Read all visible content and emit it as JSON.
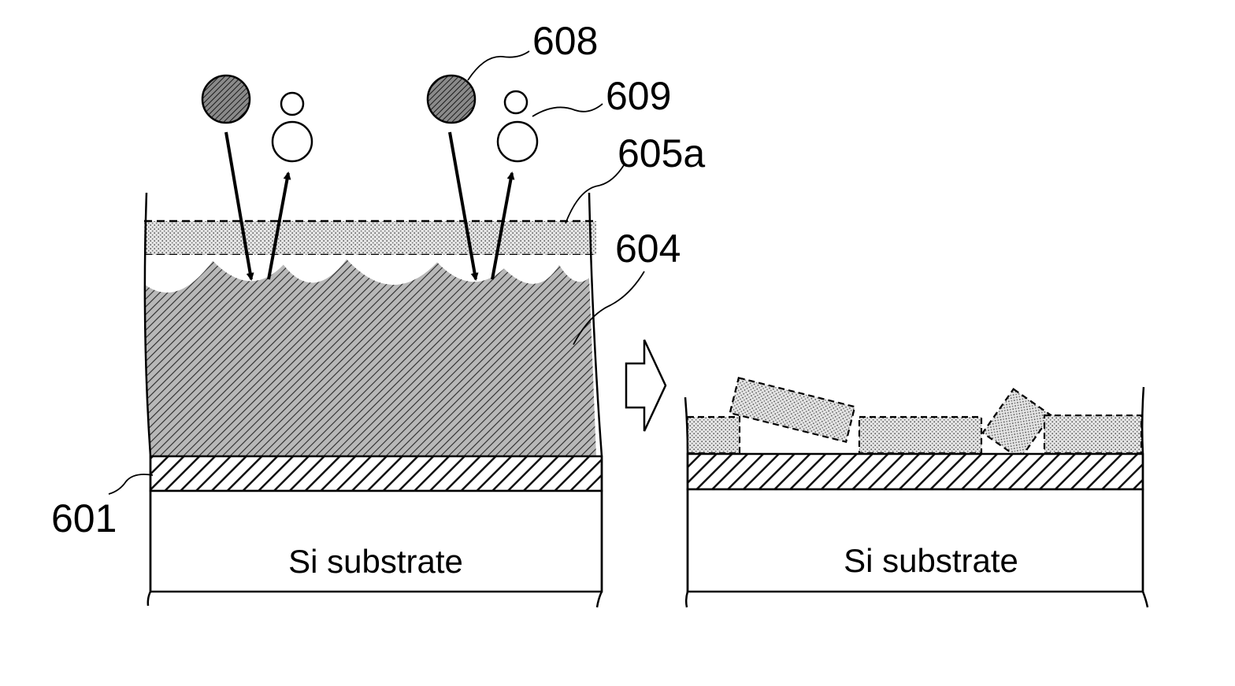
{
  "figure": {
    "left_panel": {
      "substrate_label": "Si substrate"
    },
    "right_panel": {
      "substrate_label": "Si substrate"
    },
    "reference_numerals": {
      "r608": "608",
      "r609": "609",
      "r605a": "605a",
      "r604": "604",
      "r601": "601"
    }
  }
}
